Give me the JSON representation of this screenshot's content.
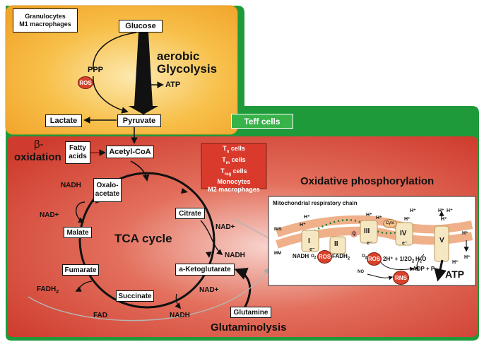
{
  "colors": {
    "green": "#1f9a3b",
    "orange": "#f4b13a",
    "red": "#d6473a",
    "pale_red": "#ee8f7c"
  },
  "glycolysis": {
    "cell_box": [
      "Granulocytes",
      "M1 macrophages"
    ],
    "glucose": "Glucose",
    "title_line1": "aerobic",
    "title_line2": "Glycolysis",
    "ppp": "PPP",
    "ros": "ROS",
    "atp": "ATP",
    "pyruvate": "Pyruvate",
    "lactate": "Lactate"
  },
  "teff": "Teff cells",
  "beta_ox": {
    "beta": "β-",
    "oxidation": "oxidation",
    "fatty_acids": [
      "Fatty",
      "acids"
    ],
    "acetyl_coa": "Acetyl-CoA"
  },
  "cell_types": {
    "tn": "T",
    "tn_sub": "n",
    "tm": "T",
    "tm_sub": "m",
    "treg": "T",
    "treg_sub": "reg",
    "cells": "cells",
    "monocytes": "Monocytes",
    "m2": "M2 macrophages"
  },
  "tca": {
    "title": "TCA cycle",
    "oxaloacetate": [
      "Oxalo-",
      "acetate"
    ],
    "citrate": "Citrate",
    "malate": "Malate",
    "fumarate": "Fumarate",
    "succinate": "Succinate",
    "aketo": "a-Ketoglutarate",
    "nadh_top": "NADH",
    "nadplus_left": "NAD+",
    "nadplus_right": "NAD+",
    "nadh_right": "NADH",
    "fadh": "FADH",
    "fadh_sub": "2",
    "fad": "FAD",
    "nadplus_bottom": "NAD+",
    "nadh_bottom": "NADH"
  },
  "glutamine": "Glutamine",
  "glutaminolysis": "Glutaminolysis",
  "oxphos": {
    "title": "Oxidative phosphorylation",
    "chain": "Mitochondrial respiratory chain",
    "ims": "IMS",
    "mm": "MM",
    "complexes": [
      "I",
      "II",
      "III",
      "IV",
      "V"
    ],
    "cyto": "Cyto",
    "q": "Q",
    "electron": "e⁻",
    "hplus": "H⁺",
    "nadh": "NADH",
    "o2": "O",
    "o2_sub": "2",
    "ros": "ROS",
    "fadh2": "FADH",
    "fadh2_sub": "2",
    "water_eq": "2H⁺ + 1/2O",
    "water_eq_sub": "2",
    "h2o": "H",
    "h2o_sub": "2",
    "h2o_o": "O",
    "no": "NO",
    "rns": "RNS",
    "adp": "ADP + P",
    "atp": "ATP"
  }
}
